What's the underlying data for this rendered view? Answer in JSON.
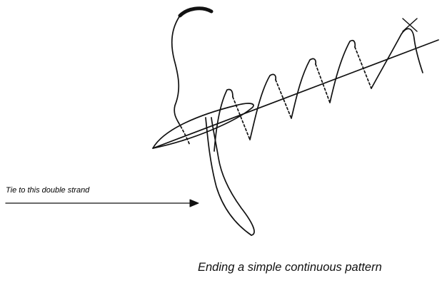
{
  "annotation": {
    "label": "Tie to this double strand",
    "arrow_direction": "right"
  },
  "caption": "Ending a simple continuous pattern",
  "colors": {
    "ink": "#111111",
    "background": "#ffffff"
  }
}
